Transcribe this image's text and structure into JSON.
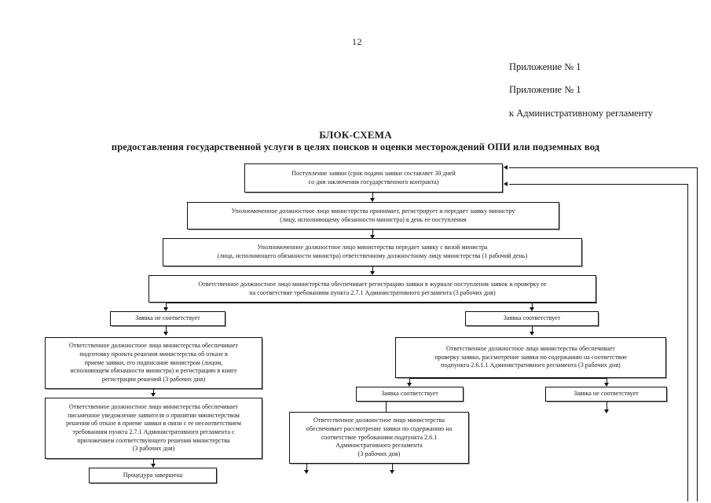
{
  "document": {
    "page_number": "12",
    "appendix_lines": [
      "Приложение № 1",
      "Приложение № 1",
      "к Административному регламенту"
    ],
    "title": "БЛОК-СХЕМА",
    "subtitle": "предоставления государственной услуги в целях поисков и оценки месторождений ОПИ или подземных вод"
  },
  "flowchart": {
    "type": "flowchart",
    "nodes": {
      "start": {
        "id": "start",
        "line1": "Поступление заявки (срок подачи заявки составляет 30 дней",
        "line2": "со дня заключения государственного контракта)"
      },
      "receive": {
        "id": "receive",
        "line1": "Уполномоченное должностное лицо министерства принимает, регистрирует и передает заявку министру",
        "line2": "(лицу, исполняющему обязанности министра) в день ее поступления"
      },
      "transfer": {
        "id": "transfer",
        "line1": "Уполномоченное должностное лицо министерства передает заявку с визой министра",
        "line2": "(лица, исполняющего обязанности министра) ответственному должностному лицу министерства (1 рабочий день)"
      },
      "register_check": {
        "id": "register_check",
        "line1": "Ответственное должностное лицо министерства обеспечивает регистрацию заявки в журнале поступления заявок и проверку ее",
        "line2": "на соответствие требованиям пункта 2.7.1 Административного регламента (3 рабочих дня)"
      },
      "not_match_left": {
        "id": "not_match_left",
        "line1": "Заявка не соответствует"
      },
      "match_right": {
        "id": "match_right",
        "line1": "Заявка соответствует"
      },
      "refusal_draft": {
        "id": "refusal_draft",
        "line1": "Ответственное должностное лицо  министерства обеспечивает",
        "line2": "подготовку проекта решения министерства об отказе в",
        "line3": "приеме заявки, его подписание министром (лицом,",
        "line4": "исполняющем обязанности министра) и регистрацию в книге",
        "line5": "регистрации решений (3 рабочих дня)"
      },
      "refusal_notice": {
        "id": "refusal_notice",
        "line1": "Ответственное должностное лицо  министерства обеспечивает",
        "line2": "письменное уведомление заявителя о принятии министерством",
        "line3": "решения об отказе в приеме заявки в связи с ее несоответствием",
        "line4": "требованиям пункта 2.7.1 Административного регламента с",
        "line5": "приложением соответствующего решения министерства",
        "line6": "(3 рабочих дня)"
      },
      "procedure_done": {
        "id": "procedure_done",
        "line1": "Процедура завершена"
      },
      "content_check": {
        "id": "content_check",
        "line1": "Ответственное должностное лицо  министерства обеспечивает",
        "line2": "проверку заявки, рассмотрение заявки по содержанию на соответствие",
        "line3": "подпункта 2.6.1.1 Административного регламента (3 рабочих дня)"
      },
      "match_bottom": {
        "id": "match_bottom",
        "line1": "Заявка соответствует"
      },
      "not_match_bottom": {
        "id": "not_match_bottom",
        "line1": "Заявка не соответствует"
      },
      "content_review": {
        "id": "content_review",
        "line1": "Ответственное должностное лицо  министерства",
        "line2": "обеспечивает рассмотрение заявки по содержанию на",
        "line3": "соответствие требованиям подпункта 2.6.1",
        "line4": "Административного регламента",
        "line5": "(3 рабочих дня)"
      }
    }
  }
}
